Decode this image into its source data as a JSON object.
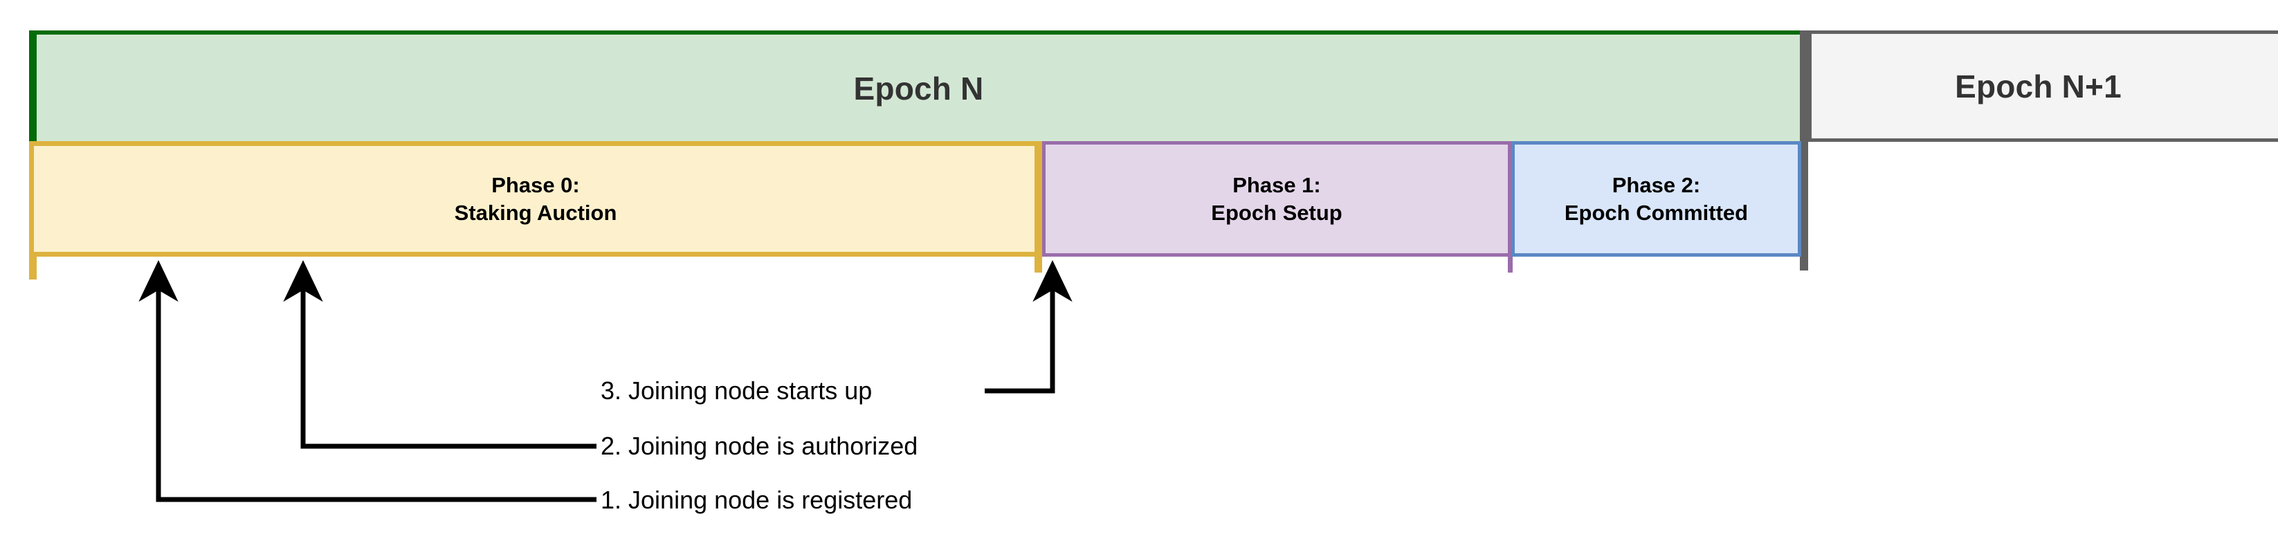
{
  "diagram": {
    "title": "Epoch phase timeline with joining-node milestones",
    "epochs": [
      {
        "id": "epoch-n",
        "label": "Epoch N",
        "fill": "#d2e7d3",
        "stroke": "#046b09"
      },
      {
        "id": "epoch-n-next",
        "label": "Epoch N+1",
        "fill": "#f4f4f4",
        "stroke": "#616161"
      }
    ],
    "phases": [
      {
        "id": "phase-0",
        "title": "Phase 0:",
        "name": "Staking Auction",
        "fill": "#fdf1cd",
        "stroke": "#ddb23f"
      },
      {
        "id": "phase-1",
        "title": "Phase 1:",
        "name": "Epoch Setup",
        "fill": "#e4d6e9",
        "stroke": "#9a6dab"
      },
      {
        "id": "phase-2",
        "title": "Phase 2:",
        "name": "Epoch Committed",
        "fill": "#d9e6fa",
        "stroke": "#5b88c4"
      }
    ],
    "callouts": [
      {
        "id": "callout-1",
        "number": "1.",
        "text": "1. Joining node is registered"
      },
      {
        "id": "callout-2",
        "number": "2.",
        "text": "2. Joining node is authorized"
      },
      {
        "id": "callout-3",
        "number": "3.",
        "text": "3. Joining node starts up"
      }
    ],
    "colors": {
      "background": "#ffffff",
      "leader_line": "#000000",
      "epoch_text": "#333333",
      "phase_text": "#000000",
      "callout_text": "#000000"
    }
  }
}
